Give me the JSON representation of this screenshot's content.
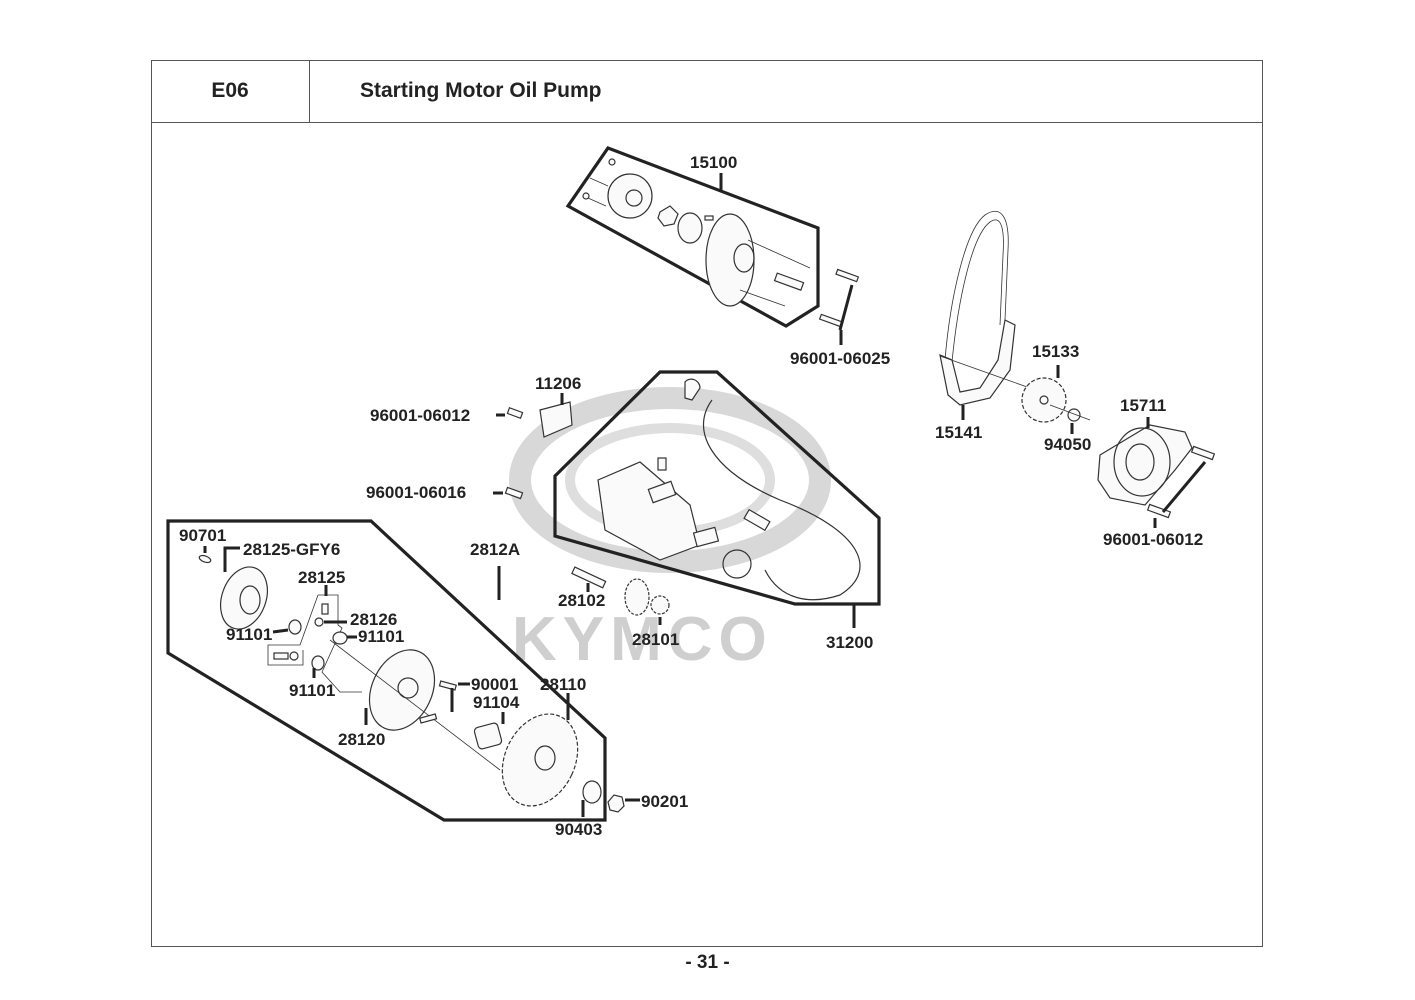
{
  "header": {
    "section_code": "E06",
    "title": "Starting Motor  Oil Pump"
  },
  "watermark": {
    "brand": "KYMCO"
  },
  "parts": {
    "oil_pump_assy": "15100",
    "bolt_oil_pump": "96001-06025",
    "chain": "15141",
    "sprocket": "15133",
    "nut_sprocket": "94050",
    "pump_cover": "15711",
    "bolt_cover": "96001-06012",
    "bracket": "11206",
    "bolt_bracket": "96001-06012",
    "bolt_motor": "96001-06016",
    "starting_motor_assy": "31200",
    "idle_shaft": "28102",
    "idle_gear": "28101",
    "clutch_assy": "2812A",
    "key": "90701",
    "flange": "28125-GFY6",
    "spring": "28125",
    "spring_cap": "28126",
    "roller_a": "91101",
    "roller_b": "91101",
    "roller_c": "91101",
    "clutch_outer": "28120",
    "screw": "90001",
    "bearing": "91104",
    "driven_gear": "28110",
    "washer": "90403",
    "nut": "90201"
  },
  "footer": {
    "page_number": "- 31 -"
  }
}
